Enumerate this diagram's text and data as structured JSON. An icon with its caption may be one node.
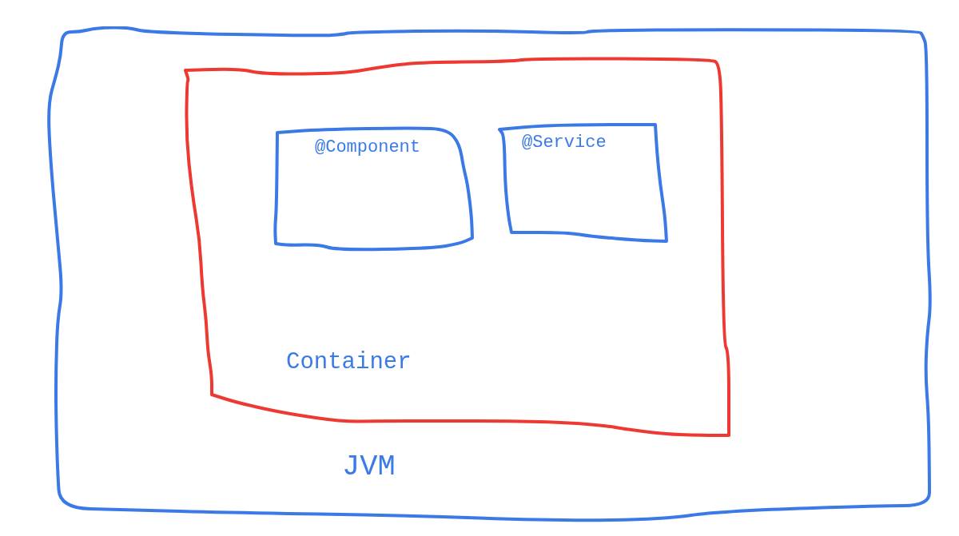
{
  "diagram": {
    "nodes": [
      {
        "text": [
          "JVM"
        ]
      },
      {
        "text": [
          "Container"
        ],
        "in": 0
      },
      {
        "text": [
          "@Component"
        ],
        "in": 1
      },
      {
        "text": [
          "@Service"
        ],
        "in": 1
      }
    ]
  }
}
